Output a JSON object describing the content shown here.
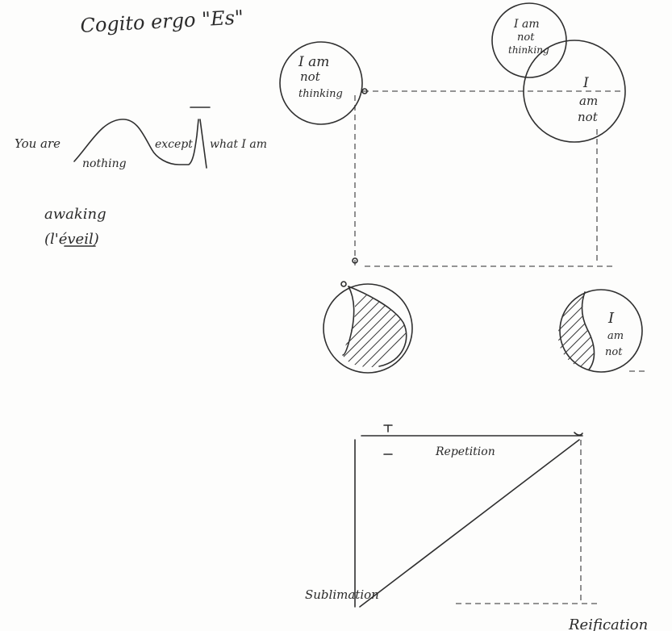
{
  "title": "Cogito ergo \"Es\"",
  "you_are_line": {
    "you_are": "You are",
    "nothing": "nothing",
    "except": "except",
    "what_i_am": "what I am"
  },
  "awaking": {
    "word": "awaking",
    "french": "(l'éveil)"
  },
  "circles": {
    "top_left": [
      "I am",
      "not",
      "thinking"
    ],
    "top_right_small": [
      "I am",
      "not",
      "thinking"
    ],
    "top_right_large": [
      "I",
      "am",
      "not"
    ],
    "bottom_right": [
      "I",
      "am",
      "not"
    ]
  },
  "lower_square": {
    "repetition": "Repetition",
    "sublimation": "Sublimation",
    "reification": "Reification"
  }
}
